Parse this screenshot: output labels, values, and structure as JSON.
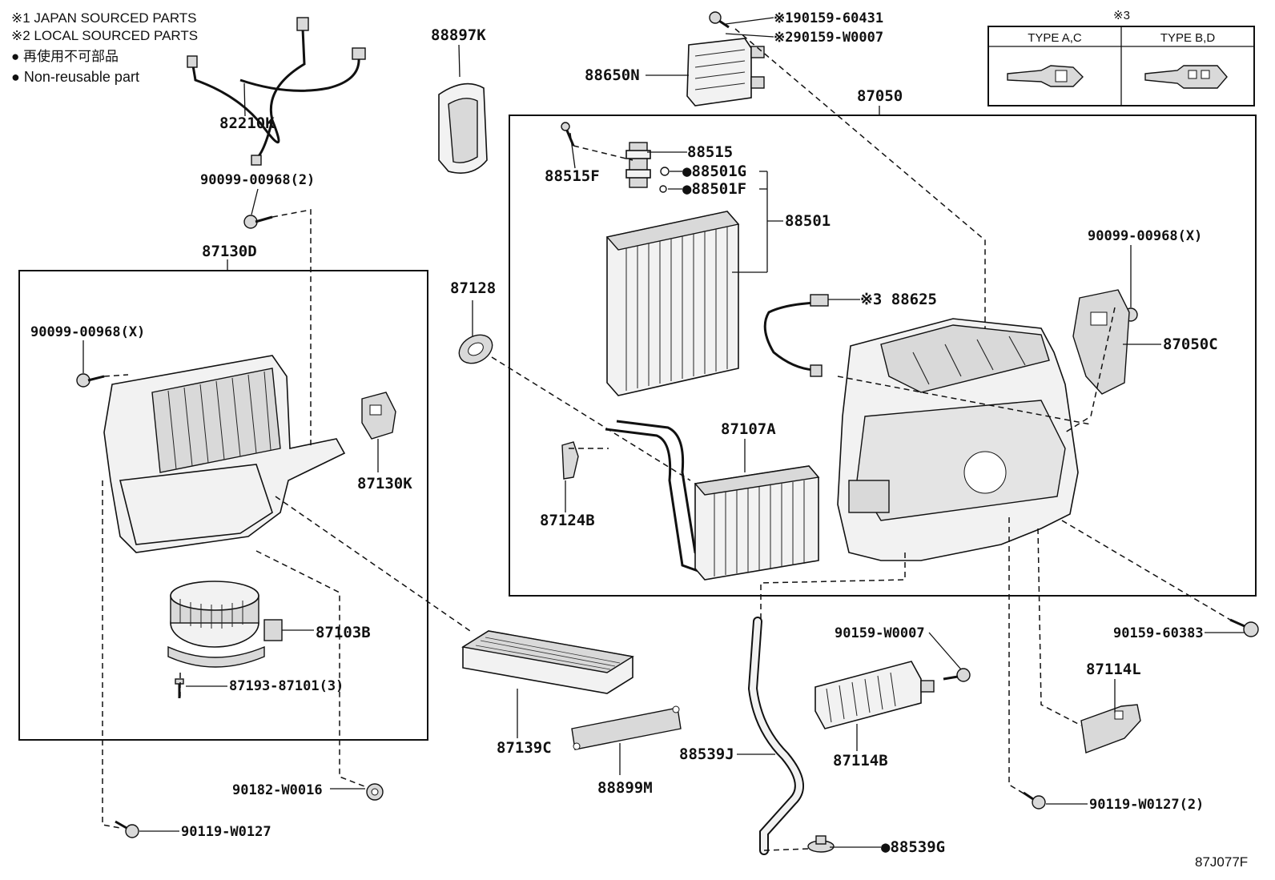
{
  "notes": {
    "japan": "※1 JAPAN SOURCED PARTS",
    "local": "※2 LOCAL SOURCED PARTS",
    "nonreusable_jp": "● 再使用不可部品",
    "nonreusable_en": "● Non-reusable part"
  },
  "legend": {
    "title": "※3",
    "type_ac": "TYPE A,C",
    "type_bd": "TYPE B,D"
  },
  "labels": {
    "p82210K": "82210K",
    "p90099_00968_2": "90099-00968(2)",
    "p87130D": "87130D",
    "p90099_00968_X_left": "90099-00968(X)",
    "p87130K": "87130K",
    "p87103B": "87103B",
    "p87193_87101": "87193-87101(3)",
    "p90182_W0016": "90182-W0016",
    "p90119_W0127_left": "90119-W0127",
    "p88897K": "88897K",
    "p87128": "87128",
    "p87139C": "87139C",
    "p88899M": "88899M",
    "p90159_60431": "※190159-60431",
    "p90159_W0007_top": "※290159-W0007",
    "p88650N": "88650N",
    "p87050": "87050",
    "p88515": "88515",
    "p88515F": "88515F",
    "p88501G": "●88501G",
    "p88501F": "●88501F",
    "p88501": "88501",
    "p88625": "※3 88625",
    "p87107A": "87107A",
    "p87124B": "87124B",
    "p90099_00968_X_right": "90099-00968(X)",
    "p87050C": "87050C",
    "p90159_W0007": "90159-W0007",
    "p87114B": "87114B",
    "p88539J": "88539J",
    "p88539G": "●88539G",
    "p90159_60383": "90159-60383",
    "p87114L": "87114L",
    "p90119_W0127_right": "90119-W0127(2)",
    "diagram_code": "87J077F"
  }
}
